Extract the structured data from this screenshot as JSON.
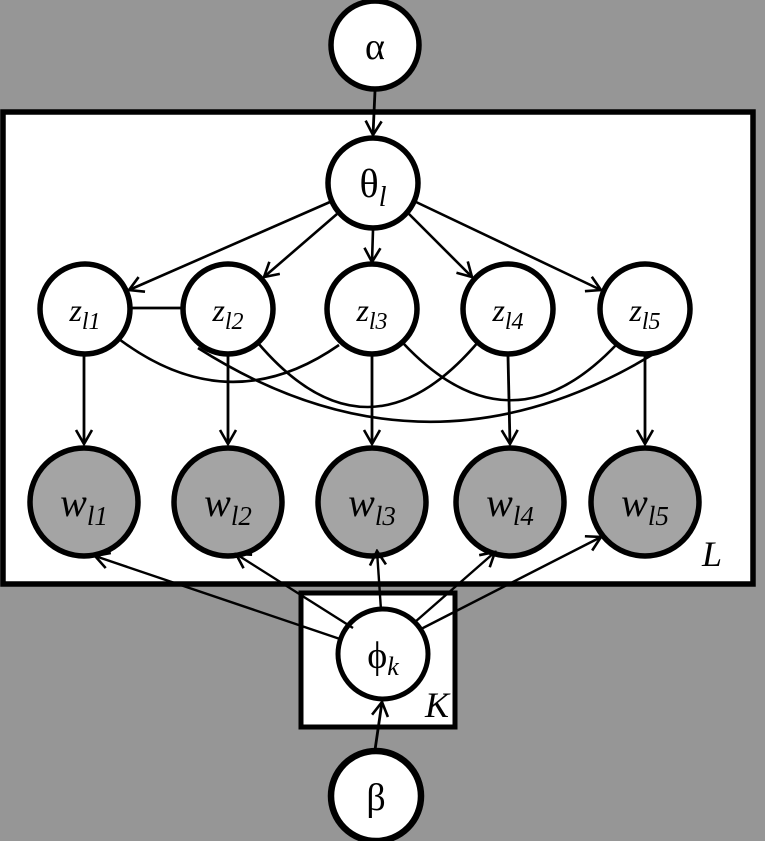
{
  "diagram": {
    "kind": "plate-notation probabilistic graphical model",
    "colors": {
      "background": "#969696",
      "plate_fill": "#ffffff",
      "latent_node_fill": "#ffffff",
      "observed_node_fill": "#a4a4a4",
      "stroke": "#000000"
    },
    "plates": {
      "outer": {
        "label": "L"
      },
      "inner": {
        "label": "K"
      }
    },
    "nodes": {
      "alpha": {
        "label": "α"
      },
      "theta": {
        "base": "θ",
        "sub": "l"
      },
      "z": [
        {
          "base": "z",
          "sub": "l1"
        },
        {
          "base": "z",
          "sub": "l2"
        },
        {
          "base": "z",
          "sub": "l3"
        },
        {
          "base": "z",
          "sub": "l4"
        },
        {
          "base": "z",
          "sub": "l5"
        }
      ],
      "w": [
        {
          "base": "w",
          "sub": "l1"
        },
        {
          "base": "w",
          "sub": "l2"
        },
        {
          "base": "w",
          "sub": "l3"
        },
        {
          "base": "w",
          "sub": "l4"
        },
        {
          "base": "w",
          "sub": "l5"
        }
      ],
      "phi": {
        "base": "ϕ",
        "sub": "k"
      },
      "beta": {
        "label": "β"
      }
    },
    "edges": [
      {
        "from": "alpha",
        "to": "theta",
        "style": "arrow"
      },
      {
        "from": "theta",
        "to": "z_l1",
        "style": "arrow"
      },
      {
        "from": "theta",
        "to": "z_l2",
        "style": "arrow"
      },
      {
        "from": "theta",
        "to": "z_l3",
        "style": "arrow"
      },
      {
        "from": "theta",
        "to": "z_l4",
        "style": "arrow"
      },
      {
        "from": "theta",
        "to": "z_l5",
        "style": "arrow"
      },
      {
        "from": "z_l1",
        "to": "z_l2",
        "style": "line"
      },
      {
        "from": "z_l1",
        "to": "z_l3",
        "style": "arc"
      },
      {
        "from": "z_l2",
        "to": "z_l4",
        "style": "arc"
      },
      {
        "from": "z_l3",
        "to": "z_l5",
        "style": "arc"
      },
      {
        "from": "z_l2",
        "to": "z_l5",
        "style": "arc"
      },
      {
        "from": "z_l1",
        "to": "w_l1",
        "style": "arrow"
      },
      {
        "from": "z_l2",
        "to": "w_l2",
        "style": "arrow"
      },
      {
        "from": "z_l3",
        "to": "w_l3",
        "style": "arrow"
      },
      {
        "from": "z_l4",
        "to": "w_l4",
        "style": "arrow"
      },
      {
        "from": "z_l5",
        "to": "w_l5",
        "style": "arrow"
      },
      {
        "from": "phi",
        "to": "w_l1",
        "style": "arrow"
      },
      {
        "from": "phi",
        "to": "w_l2",
        "style": "arrow"
      },
      {
        "from": "phi",
        "to": "w_l3",
        "style": "arrow"
      },
      {
        "from": "phi",
        "to": "w_l4",
        "style": "arrow"
      },
      {
        "from": "phi",
        "to": "w_l5",
        "style": "arrow"
      },
      {
        "from": "beta",
        "to": "phi",
        "style": "arrow"
      }
    ]
  }
}
